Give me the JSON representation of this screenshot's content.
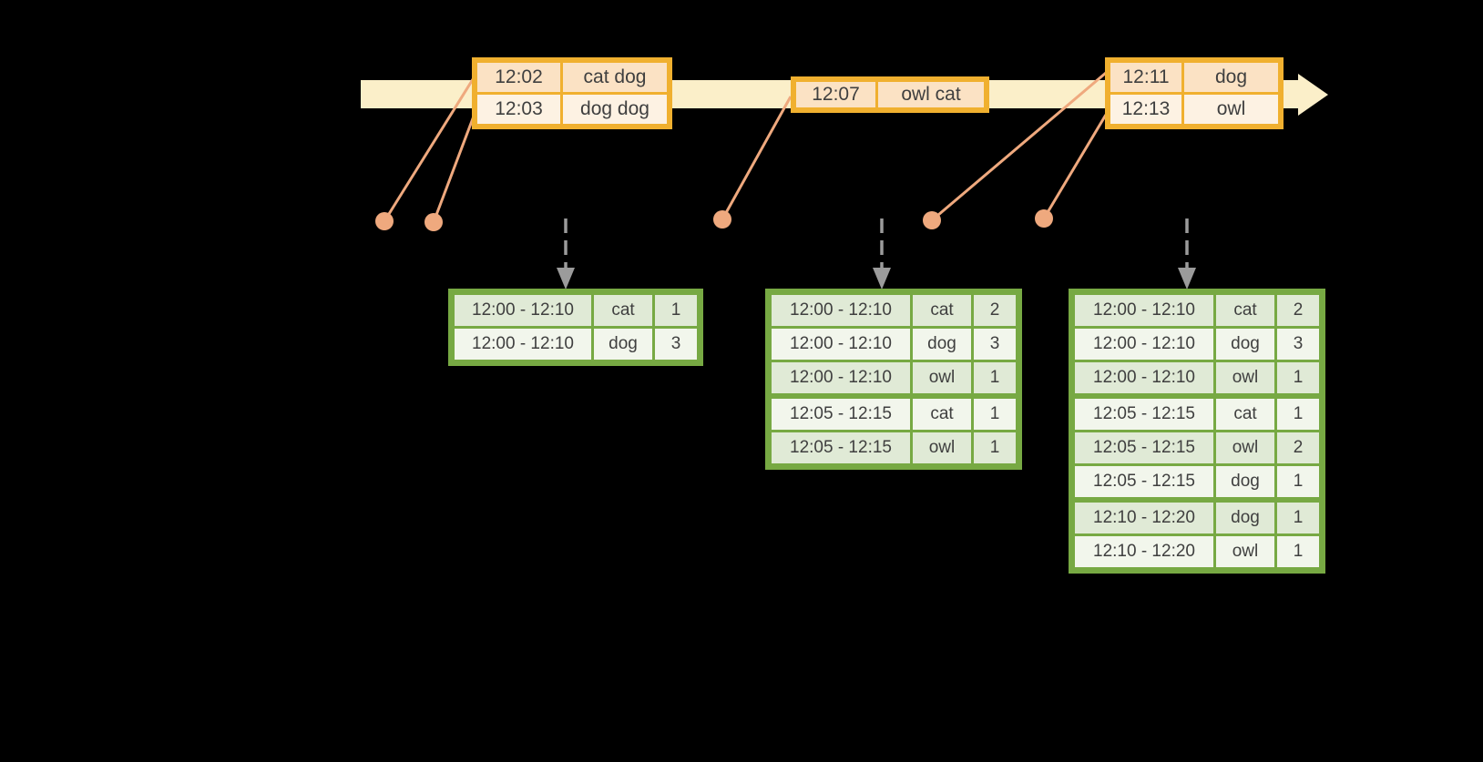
{
  "diagram": {
    "kind": "streaming-window-aggregation-timeline",
    "background": "#000000"
  },
  "colors": {
    "timeline_band": "#FBEFC9",
    "event_border": "#F0B02F",
    "event_row_dark": "#FBE2C4",
    "event_row_light": "#FDF2E3",
    "connector_salmon": "#EFA97E",
    "result_border": "#77A943",
    "result_row_green": "#E0EAD6",
    "result_row_white": "#F2F6EC",
    "dashed_arrow_gray": "#9B9B9B",
    "text": "#3F3F3F"
  },
  "icons": {
    "timeline": "right-arrow-band",
    "event_marker": "salmon-dot",
    "flow": "dashed-down-arrow"
  },
  "event_tables": [
    {
      "rows": [
        {
          "time": "12:02",
          "words": "cat dog"
        },
        {
          "time": "12:03",
          "words": "dog dog"
        }
      ]
    },
    {
      "rows": [
        {
          "time": "12:07",
          "words": "owl cat"
        }
      ]
    },
    {
      "rows": [
        {
          "time": "12:11",
          "words": "dog"
        },
        {
          "time": "12:13",
          "words": "owl"
        }
      ]
    }
  ],
  "result_tables": [
    {
      "rows": [
        {
          "window": "12:00 - 12:10",
          "word": "cat",
          "count": "1"
        },
        {
          "window": "12:00 - 12:10",
          "word": "dog",
          "count": "3"
        }
      ]
    },
    {
      "rows": [
        {
          "window": "12:00 - 12:10",
          "word": "cat",
          "count": "2"
        },
        {
          "window": "12:00 - 12:10",
          "word": "dog",
          "count": "3"
        },
        {
          "window": "12:00 - 12:10",
          "word": "owl",
          "count": "1"
        },
        {
          "window": "12:05 - 12:15",
          "word": "cat",
          "count": "1"
        },
        {
          "window": "12:05 - 12:15",
          "word": "owl",
          "count": "1"
        }
      ]
    },
    {
      "rows": [
        {
          "window": "12:00 - 12:10",
          "word": "cat",
          "count": "2"
        },
        {
          "window": "12:00 - 12:10",
          "word": "dog",
          "count": "3"
        },
        {
          "window": "12:00 - 12:10",
          "word": "owl",
          "count": "1"
        },
        {
          "window": "12:05 - 12:15",
          "word": "cat",
          "count": "1"
        },
        {
          "window": "12:05 - 12:15",
          "word": "owl",
          "count": "2"
        },
        {
          "window": "12:05 - 12:15",
          "word": "dog",
          "count": "1"
        },
        {
          "window": "12:10 - 12:20",
          "word": "dog",
          "count": "1"
        },
        {
          "window": "12:10 - 12:20",
          "word": "owl",
          "count": "1"
        }
      ]
    }
  ]
}
